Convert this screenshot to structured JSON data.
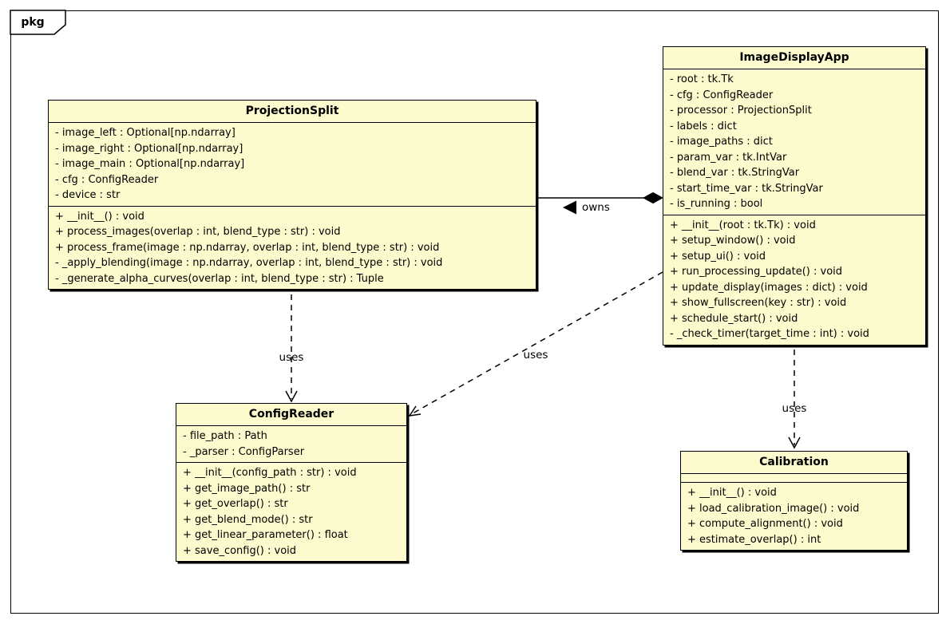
{
  "package": {
    "tag_label": "pkg"
  },
  "classes": [
    {
      "name": "ProjectionSplit",
      "attributes": [
        "- image_left : Optional[np.ndarray]",
        "- image_right : Optional[np.ndarray]",
        "- image_main : Optional[np.ndarray]",
        "- cfg : ConfigReader",
        "- device : str"
      ],
      "methods": [
        "+ __init__() : void",
        "+ process_images(overlap : int, blend_type : str) : void",
        "+ process_frame(image : np.ndarray, overlap : int, blend_type : str) : void",
        "- _apply_blending(image : np.ndarray, overlap : int, blend_type : str) : void",
        "- _generate_alpha_curves(overlap : int, blend_type : str) : Tuple"
      ]
    },
    {
      "name": "ImageDisplayApp",
      "attributes": [
        "- root : tk.Tk",
        "- cfg : ConfigReader",
        "- processor : ProjectionSplit",
        "- labels : dict",
        "- image_paths : dict",
        "- param_var : tk.IntVar",
        "- blend_var : tk.StringVar",
        "- start_time_var : tk.StringVar",
        "- is_running : bool"
      ],
      "methods": [
        "+ __init__(root : tk.Tk) : void",
        "+ setup_window() : void",
        "+ setup_ui() : void",
        "+ run_processing_update() : void",
        "+ update_display(images : dict) : void",
        "+ show_fullscreen(key : str) : void",
        "+ schedule_start() : void",
        "- _check_timer(target_time : int) : void"
      ]
    },
    {
      "name": "ConfigReader",
      "attributes": [
        "- file_path : Path",
        "- _parser : ConfigParser"
      ],
      "methods": [
        "+ __init__(config_path : str) : void",
        "+ get_image_path() : str",
        "+ get_overlap() : str",
        "+ get_blend_mode() : str",
        "+ get_linear_parameter() : float",
        "+ save_config() : void"
      ]
    },
    {
      "name": "Calibration",
      "attributes": [],
      "methods": [
        "+ __init__() : void",
        "+ load_calibration_image() : void",
        "+ compute_alignment() : void",
        "+ estimate_overlap() : int"
      ]
    }
  ],
  "edges": [
    {
      "label": "owns",
      "type": "composition",
      "from": "ImageDisplayApp",
      "to": "ProjectionSplit"
    },
    {
      "label": "uses",
      "type": "dependency",
      "from": "ProjectionSplit",
      "to": "ConfigReader"
    },
    {
      "label": "uses",
      "type": "dependency",
      "from": "ImageDisplayApp",
      "to": "ConfigReader"
    },
    {
      "label": "uses",
      "type": "dependency",
      "from": "ImageDisplayApp",
      "to": "Calibration"
    }
  ],
  "colors": {
    "class_fill": "#fdfacd",
    "border": "#000000",
    "background": "#ffffff"
  }
}
